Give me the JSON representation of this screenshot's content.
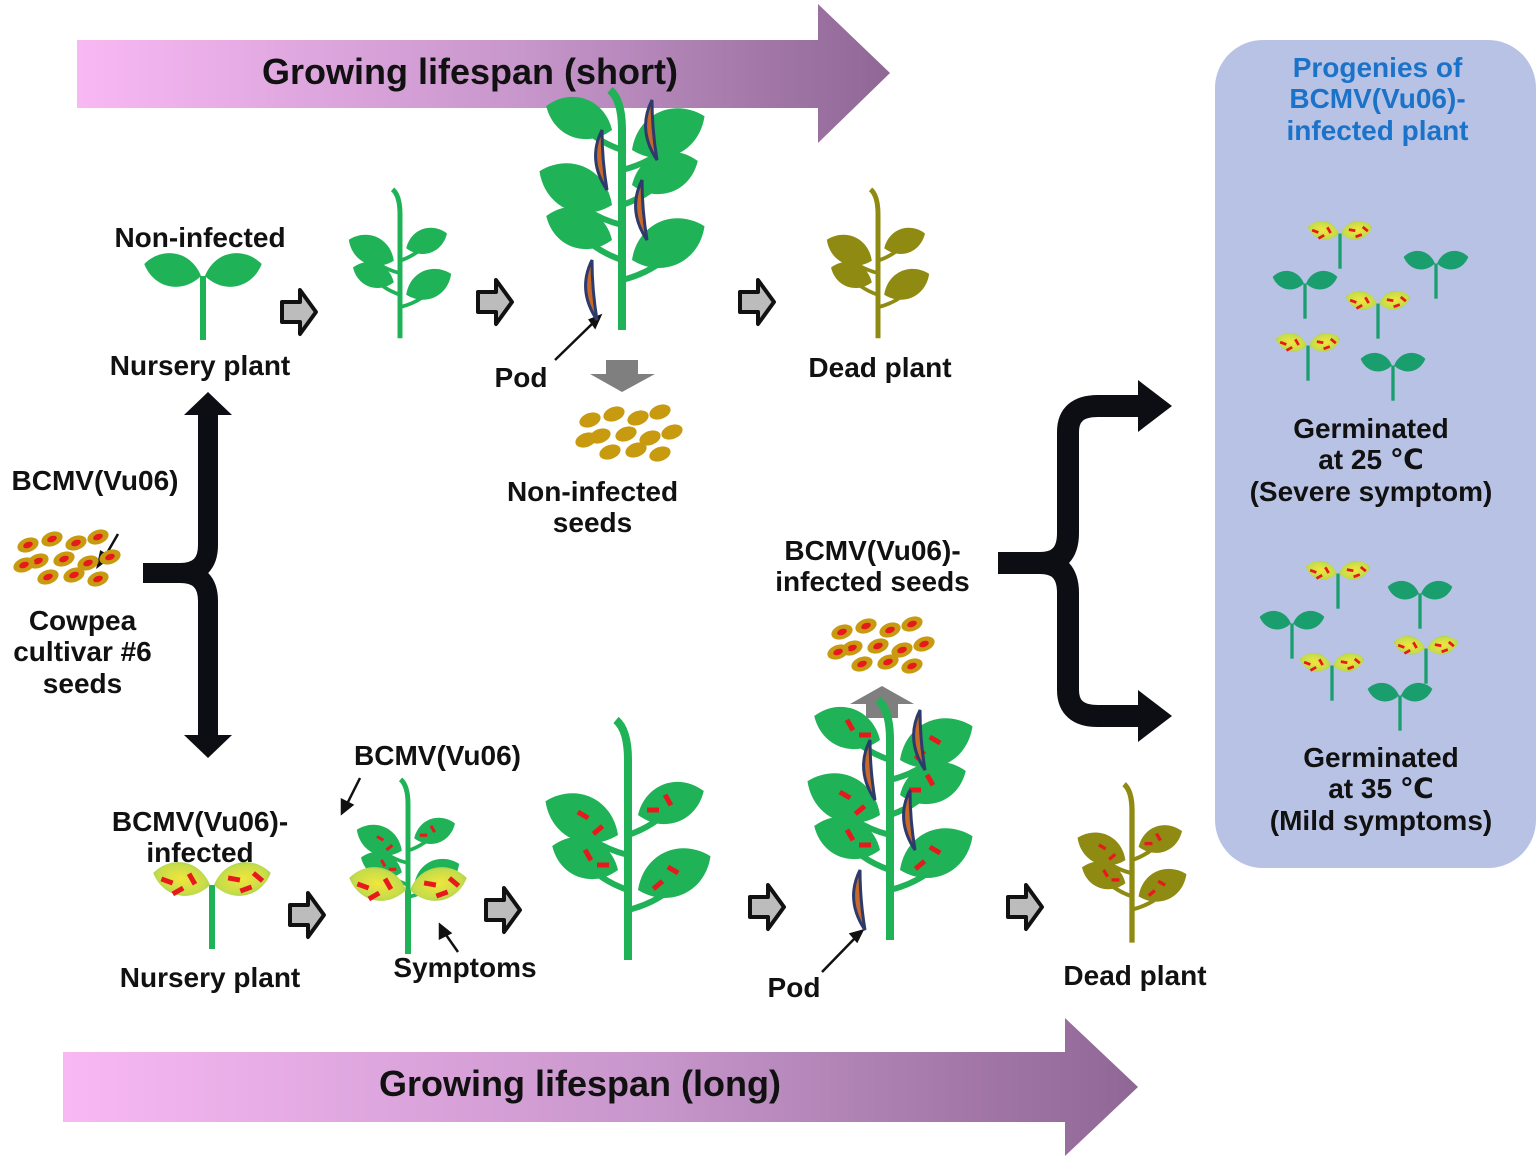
{
  "banners": {
    "short": "Growing lifespan (short)",
    "long": "Growing lifespan (long)"
  },
  "seeds_block": {
    "virus_label": "BCMV(Vu06)",
    "caption_lines": [
      "Cowpea",
      "cultivar #6",
      "seeds"
    ]
  },
  "top_row": {
    "status_label": "Non-infected",
    "nursery_label": "Nursery plant",
    "pod_label": "Pod",
    "dead_label": "Dead plant",
    "seeds_label_lines": [
      "Non-infected",
      "seeds"
    ]
  },
  "bottom_row": {
    "status_label_lines": [
      "BCMV(Vu06)-",
      "infected"
    ],
    "virus_label": "BCMV(Vu06)",
    "nursery_label": "Nursery plant",
    "symptoms_label": "Symptoms",
    "pod_label": "Pod",
    "dead_label": "Dead plant",
    "seeds_label_lines": [
      "BCMV(Vu06)-",
      "infected seeds"
    ]
  },
  "progeny_panel": {
    "title_lines": [
      "Progenies of",
      "BCMV(Vu06)-",
      "infected plant"
    ],
    "group_25": [
      "Germinated",
      "at 25 ℃",
      "(Severe symptom)"
    ],
    "group_35": [
      "Germinated",
      "at 35 ℃",
      "(Mild symptoms)"
    ]
  },
  "colors": {
    "leaf_green": "#1fb257",
    "progeny_green": "#1a9e6e",
    "dead_olive": "#8f8a12",
    "symptom_leaf": "#9ccf4e",
    "symptom_yellow": "#f2e63c",
    "lesion_red": "#e8191d",
    "pod_brown": "#c8692a",
    "pod_outline": "#2d3a6b",
    "seed_gold": "#c89a10",
    "banner_pink": "#f8b8f3",
    "banner_purple": "#8f6795",
    "panel_blue": "#b8c2e4",
    "title_blue": "#1a73c9",
    "arrow_gray": "#7f7f7f"
  }
}
